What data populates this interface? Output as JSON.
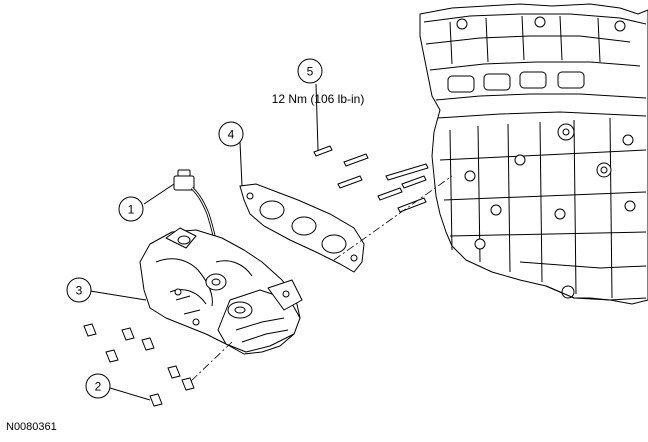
{
  "callouts": [
    {
      "id": "1",
      "label": "1"
    },
    {
      "id": "2",
      "label": "2"
    },
    {
      "id": "3",
      "label": "3"
    },
    {
      "id": "4",
      "label": "4"
    },
    {
      "id": "5",
      "label": "5"
    }
  ],
  "torque_spec": "12 Nm (106 lb-in)",
  "figure_id": "N0080361",
  "colors": {
    "line": "#000000",
    "background": "#ffffff",
    "shade": "#d9d9d9"
  }
}
